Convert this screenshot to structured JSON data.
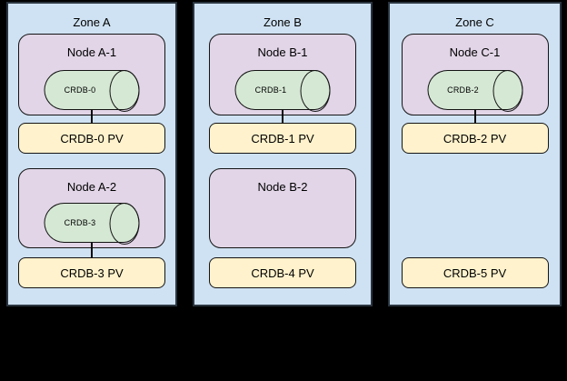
{
  "diagram": {
    "type": "cluster-topology",
    "colors": {
      "zone_fill": "#cfe2f3",
      "zone_border": "#2a3540",
      "node_fill": "#e1d5e7",
      "pod_fill": "#d5e8d4",
      "pv_fill": "#fff2cc",
      "canvas_bg": "#000000",
      "text": "#000000"
    }
  },
  "zones": [
    {
      "label": "Zone A",
      "rows": [
        {
          "node": {
            "label": "Node A-1",
            "pod": {
              "label": "CRDB-0"
            }
          },
          "pv": {
            "label": "CRDB-0 PV"
          },
          "connected": true
        },
        {
          "node": {
            "label": "Node A-2",
            "pod": {
              "label": "CRDB-3"
            }
          },
          "pv": {
            "label": "CRDB-3 PV"
          },
          "connected": true
        }
      ]
    },
    {
      "label": "Zone B",
      "rows": [
        {
          "node": {
            "label": "Node B-1",
            "pod": {
              "label": "CRDB-1"
            }
          },
          "pv": {
            "label": "CRDB-1 PV"
          },
          "connected": true
        },
        {
          "node": {
            "label": "Node B-2",
            "pod": null
          },
          "pv": {
            "label": "CRDB-4 PV"
          },
          "connected": false
        }
      ]
    },
    {
      "label": "Zone C",
      "rows": [
        {
          "node": {
            "label": "Node C-1",
            "pod": {
              "label": "CRDB-2"
            }
          },
          "pv": {
            "label": "CRDB-2 PV"
          },
          "connected": true
        },
        {
          "node": null,
          "pv": {
            "label": "CRDB-5 PV"
          },
          "connected": false
        }
      ]
    }
  ]
}
